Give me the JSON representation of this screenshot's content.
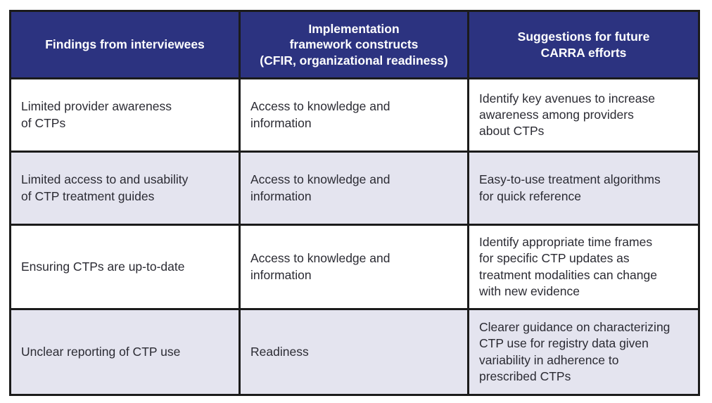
{
  "table": {
    "colors": {
      "header_background": "#2c3380",
      "header_text": "#ffffff",
      "border": "#1b1b1b",
      "row_plain_background": "#ffffff",
      "row_shaded_background": "#e4e4ef",
      "body_text": "#2b2b33"
    },
    "headers": [
      {
        "id": "findings-from-interviewees",
        "lines": [
          "Findings from interviewees"
        ]
      },
      {
        "id": "implementation-framework-constructs",
        "lines": [
          "Implementation",
          "framework constructs",
          "(CFIR, organizational readiness)"
        ]
      },
      {
        "id": "suggestions-for-future-carra-efforts",
        "lines": [
          "Suggestions for future",
          "CARRA efforts"
        ]
      }
    ],
    "rows": [
      {
        "shaded": false,
        "finding": [
          "Limited provider awareness",
          "of CTPs"
        ],
        "construct": [
          "Access to knowledge and",
          "information"
        ],
        "suggestion": [
          "Identify key avenues to increase",
          "awareness among providers",
          "about CTPs"
        ]
      },
      {
        "shaded": true,
        "finding": [
          "Limited access to and usability",
          "of CTP treatment guides"
        ],
        "construct": [
          "Access to knowledge and",
          "information"
        ],
        "suggestion": [
          "Easy-to-use treatment algorithms",
          "for quick reference"
        ]
      },
      {
        "shaded": false,
        "finding": [
          "Ensuring CTPs are up-to-date"
        ],
        "construct": [
          "Access to knowledge and",
          "information"
        ],
        "suggestion": [
          "Identify appropriate time frames",
          "for specific CTP updates as",
          "treatment modalities can change",
          "with new evidence"
        ]
      },
      {
        "shaded": true,
        "finding": [
          "Unclear reporting of CTP use"
        ],
        "construct": [
          "Readiness"
        ],
        "suggestion": [
          "Clearer guidance on characterizing",
          "CTP use for registry data given",
          "variability in adherence to",
          "prescribed CTPs"
        ]
      }
    ]
  }
}
